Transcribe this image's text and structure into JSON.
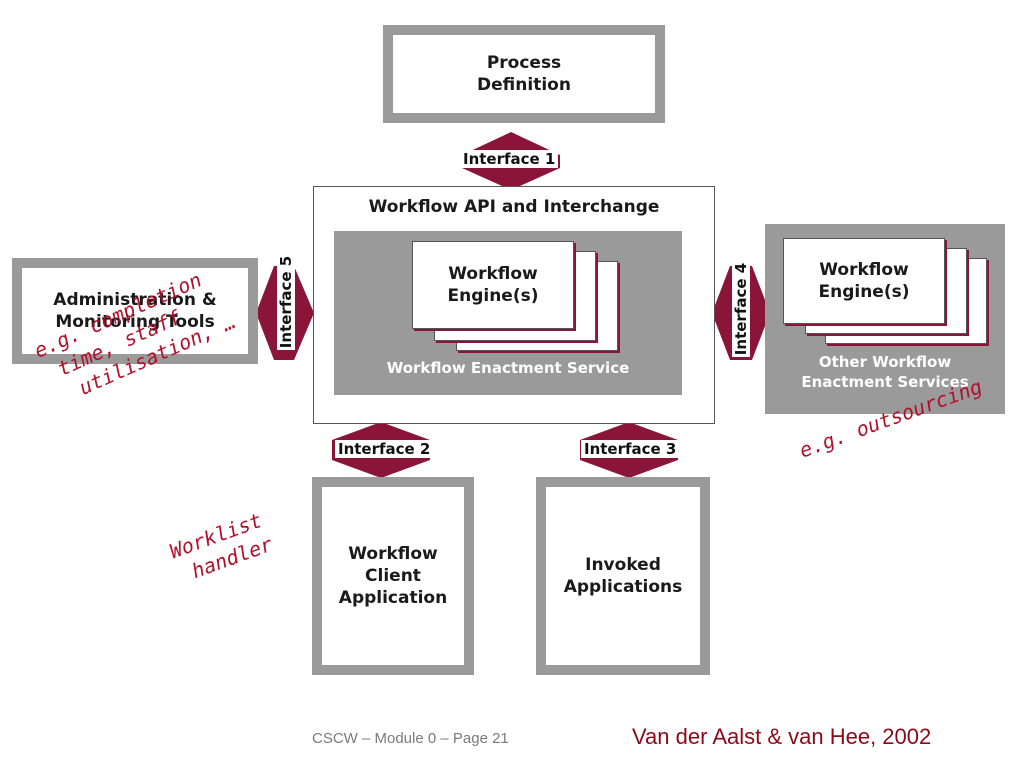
{
  "process_definition": {
    "line1": "Process",
    "line2": "Definition"
  },
  "api_box": {
    "title": "Workflow API and Interchange"
  },
  "enactment_service": {
    "engine_line1": "Workflow",
    "engine_line2": "Engine(s)",
    "service_label": "Workflow Enactment Service"
  },
  "admin_tools": {
    "line1": "Administration &",
    "line2": "Monitoring Tools"
  },
  "other_enactment": {
    "engine_line1": "Workflow",
    "engine_line2": "Engine(s)",
    "service_line1": "Other Workflow",
    "service_line2": "Enactment Services"
  },
  "client_app": {
    "line1": "Workflow",
    "line2": "Client",
    "line3": "Application"
  },
  "invoked_apps": {
    "line1": "Invoked",
    "line2": "Applications"
  },
  "interfaces": {
    "i1": "Interface 1",
    "i2": "Interface 2",
    "i3": "Interface 3",
    "i4": "Interface 4",
    "i5": "Interface 5"
  },
  "annotations": {
    "completion_line1": "e.g. completion",
    "completion_line2": "time, staff",
    "completion_line3": "utilisation, …",
    "outsourcing": "e.g. outsourcing",
    "worklist_line1": "Worklist",
    "worklist_line2": "handler"
  },
  "footer": {
    "left": "CSCW – Module 0 – Page 21",
    "right": "Van der Aalst & van Hee, 2002"
  },
  "colors": {
    "accent": "#8a1538",
    "frame_grey": "#9a9a9a",
    "annotation_red": "#b0102a"
  }
}
